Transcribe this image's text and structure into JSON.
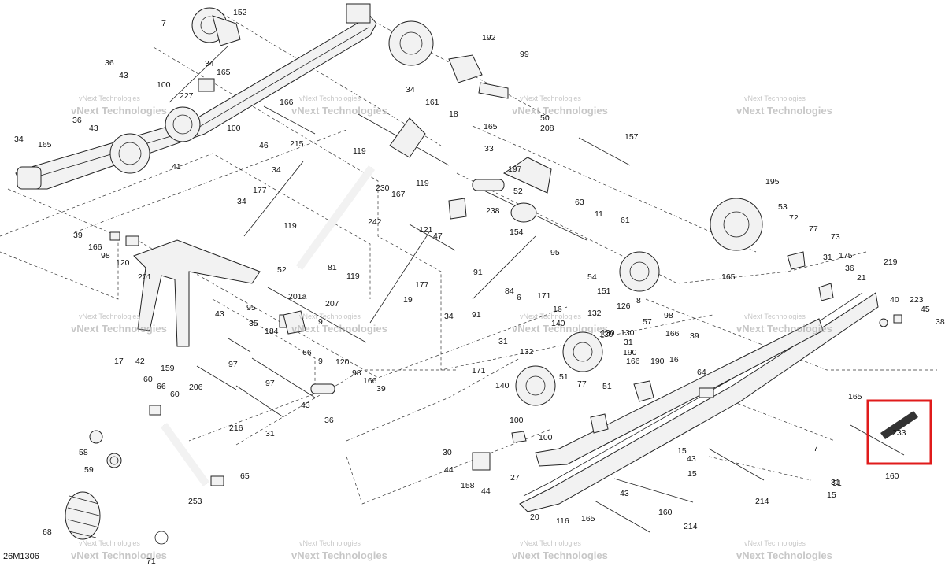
{
  "diagram": {
    "code": "26M1306",
    "watermark_line1": "vNext Technologies",
    "watermark_line2": "vNext Technologies",
    "highlight_color": "#e01b1b",
    "highlighted_part": "233",
    "callouts": [
      "7",
      "152",
      "192",
      "99",
      "36",
      "43",
      "34",
      "165",
      "100",
      "227",
      "36",
      "43",
      "34",
      "165",
      "166",
      "215",
      "161",
      "18",
      "34",
      "50",
      "208",
      "157",
      "165",
      "33",
      "46",
      "100",
      "41",
      "34",
      "119",
      "230",
      "167",
      "197",
      "52",
      "195",
      "119",
      "177",
      "242",
      "238",
      "154",
      "63",
      "11",
      "61",
      "53",
      "72",
      "77",
      "73",
      "39",
      "166",
      "98",
      "120",
      "34",
      "119",
      "121",
      "47",
      "95",
      "201",
      "52",
      "81",
      "119",
      "31",
      "175",
      "219",
      "177",
      "54",
      "151",
      "126",
      "8",
      "165",
      "36",
      "21",
      "9",
      "19",
      "91",
      "84",
      "6",
      "171",
      "16",
      "132",
      "130",
      "31",
      "40",
      "223",
      "45",
      "38",
      "35",
      "95",
      "184",
      "201a",
      "207",
      "91",
      "34",
      "43",
      "140",
      "98",
      "57",
      "166",
      "39",
      "42",
      "17",
      "159",
      "97",
      "66",
      "9",
      "120",
      "98",
      "166",
      "39",
      "171",
      "140",
      "132",
      "130",
      "51",
      "77",
      "190",
      "16",
      "31",
      "166",
      "64",
      "206",
      "97",
      "43",
      "36",
      "60",
      "66",
      "60",
      "216",
      "31",
      "190",
      "165",
      "233",
      "58",
      "59",
      "100",
      "100",
      "30",
      "44",
      "158",
      "44",
      "27",
      "71",
      "68",
      "253",
      "65",
      "20",
      "116",
      "165",
      "43",
      "214",
      "160",
      "214",
      "160",
      "31",
      "15",
      "15",
      "7",
      "43",
      "31",
      "15",
      "51",
      "130"
    ]
  }
}
